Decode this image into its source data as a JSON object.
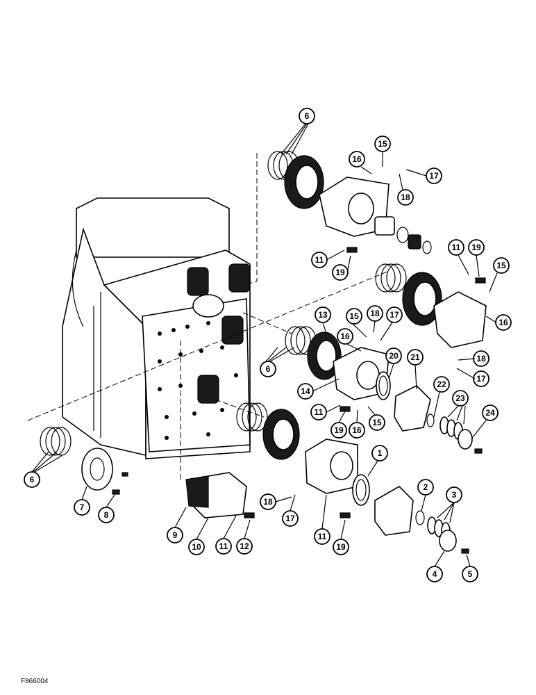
{
  "figure_code": "F866004",
  "callouts": [
    {
      "label": "6"
    },
    {
      "label": "15"
    },
    {
      "label": "16"
    },
    {
      "label": "17"
    },
    {
      "label": "18"
    },
    {
      "label": "11"
    },
    {
      "label": "19"
    },
    {
      "label": "11"
    },
    {
      "label": "19"
    },
    {
      "label": "15"
    },
    {
      "label": "16"
    },
    {
      "label": "18"
    },
    {
      "label": "17"
    },
    {
      "label": "13"
    },
    {
      "label": "15"
    },
    {
      "label": "18"
    },
    {
      "label": "17"
    },
    {
      "label": "16"
    },
    {
      "label": "20"
    },
    {
      "label": "21"
    },
    {
      "label": "6"
    },
    {
      "label": "14"
    },
    {
      "label": "11"
    },
    {
      "label": "19"
    },
    {
      "label": "16"
    },
    {
      "label": "15"
    },
    {
      "label": "22"
    },
    {
      "label": "23"
    },
    {
      "label": "24"
    },
    {
      "label": "1"
    },
    {
      "label": "6"
    },
    {
      "label": "7"
    },
    {
      "label": "8"
    },
    {
      "label": "9"
    },
    {
      "label": "10"
    },
    {
      "label": "11"
    },
    {
      "label": "12"
    },
    {
      "label": "18"
    },
    {
      "label": "17"
    },
    {
      "label": "11"
    },
    {
      "label": "19"
    },
    {
      "label": "2"
    },
    {
      "label": "3"
    },
    {
      "label": "4"
    },
    {
      "label": "5"
    }
  ]
}
